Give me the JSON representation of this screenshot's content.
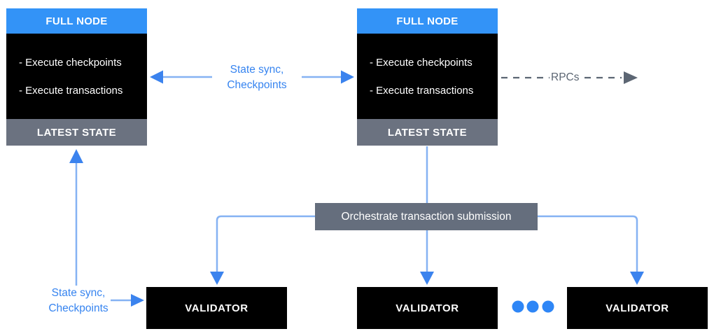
{
  "colors": {
    "node_header_blue": "#3393f7",
    "box_black": "#000000",
    "latest_state_gray": "#6b7280",
    "orchestrate_gray": "#656e7d",
    "connector_line_blue": "#85b2f3",
    "arrowhead_blue": "#3b83ee",
    "label_text_blue": "#3684f0",
    "rpcs_gray": "#5c6673",
    "ellipsis_dot_blue": "#2e86f6",
    "box_text_white": "#ffffff"
  },
  "full_nodes": [
    {
      "title": "FULL NODE",
      "items": [
        "- Execute checkpoints",
        "- Execute transactions"
      ],
      "footer": "LATEST STATE"
    },
    {
      "title": "FULL NODE",
      "items": [
        "- Execute checkpoints",
        "- Execute transactions"
      ],
      "footer": "LATEST STATE"
    }
  ],
  "connections": {
    "state_sync_top": {
      "line1": "State sync,",
      "line2": "Checkpoints"
    },
    "state_sync_bottom": {
      "line1": "State sync,",
      "line2": "Checkpoints"
    },
    "rpcs_label": "RPCs",
    "orchestrate_label": "Orchestrate transaction submission"
  },
  "validators": [
    "VALIDATOR",
    "VALIDATOR",
    "VALIDATOR"
  ]
}
